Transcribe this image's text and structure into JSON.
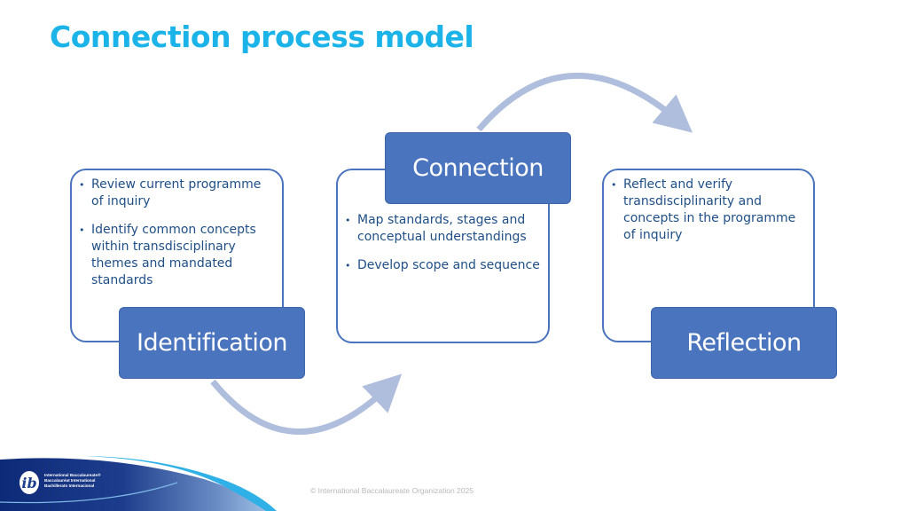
{
  "slide": {
    "title": "Connection process model",
    "copyright": "© International Baccalaureate Organization 2025"
  },
  "logo": {
    "icon": "ib-logo-icon",
    "glyph": "ib",
    "lines": [
      "International Baccalaureate®",
      "Baccalauréat International",
      "Bachillerato Internacional"
    ]
  },
  "colors": {
    "title": "#1cb4e8",
    "box_border": "#4a74bd",
    "label_fill": "#4a74bd",
    "bullet_text": "#1f4f87",
    "arrow": "#b0bedd"
  },
  "stages": [
    {
      "label": "Identification",
      "bullets": [
        "Review current programme of inquiry",
        "Identify common concepts within transdisciplinary themes and mandated standards"
      ]
    },
    {
      "label": "Connection",
      "bullets": [
        "Map standards, stages and conceptual understandings",
        "Develop scope and sequence"
      ]
    },
    {
      "label": "Reflection",
      "bullets": [
        "Reflect and verify transdisciplinarity and concepts in the programme of inquiry"
      ]
    }
  ],
  "arrows": [
    {
      "from": "Identification",
      "to": "Connection",
      "icon": "curved-arrow-icon"
    },
    {
      "from": "Connection",
      "to": "Reflection",
      "icon": "curved-arrow-icon"
    }
  ]
}
